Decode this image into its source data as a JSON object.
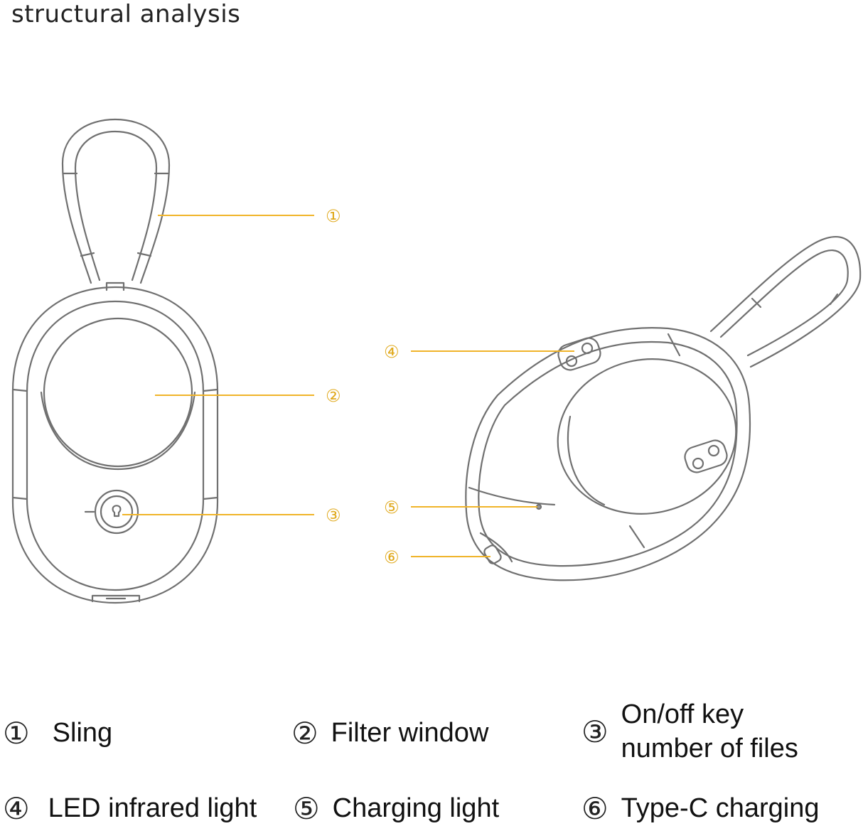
{
  "title": "structural analysis",
  "callouts": {
    "c1": "①",
    "c2": "②",
    "c3": "③",
    "c4": "④",
    "c5": "⑤",
    "c6": "⑥"
  },
  "legend": [
    {
      "num": "①",
      "label": "Sling"
    },
    {
      "num": "②",
      "label": "Filter window"
    },
    {
      "num": "③",
      "label_line1": "On/off key",
      "label_line2": "number of files"
    },
    {
      "num": "④",
      "label": "LED infrared light"
    },
    {
      "num": "⑤",
      "label": "Charging light"
    },
    {
      "num": "⑥",
      "label": "Type-C charging"
    }
  ],
  "colors": {
    "leader": "#f0b429",
    "outline": "#6e6e6e"
  }
}
